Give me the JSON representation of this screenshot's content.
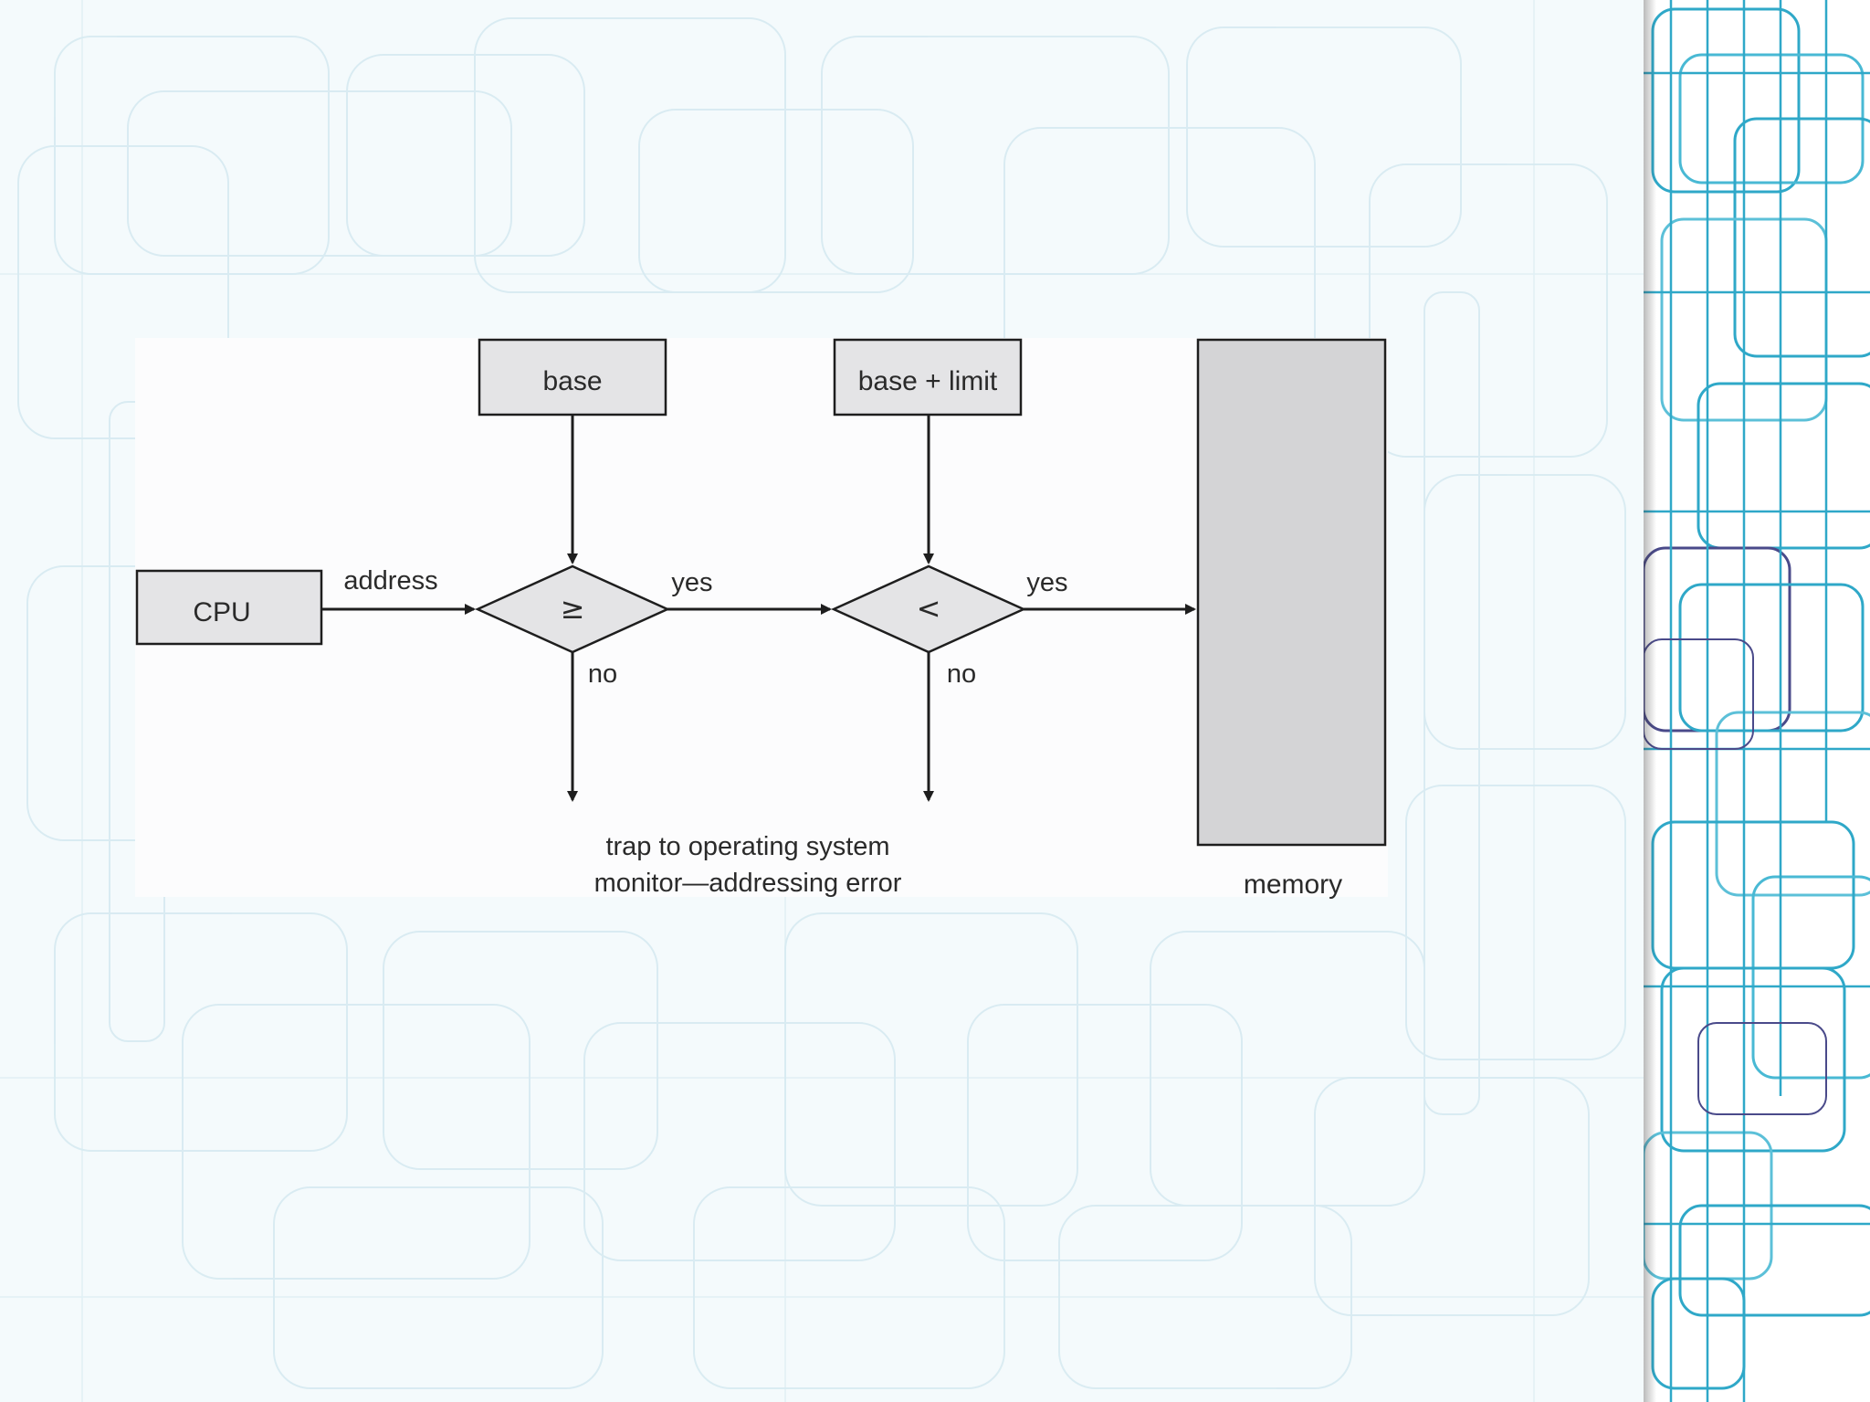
{
  "diagram": {
    "boxes": {
      "cpu": "CPU",
      "base": "base",
      "base_limit": "base + limit",
      "memory": "memory"
    },
    "decisions": {
      "first_op": "≥",
      "second_op": "<"
    },
    "edges": {
      "address": "address",
      "yes_1": "yes",
      "yes_2": "yes",
      "no_1": "no",
      "no_2": "no"
    },
    "trap_caption": {
      "line1": "trap to operating system",
      "line2": "monitor—addressing error"
    }
  },
  "colors": {
    "box_fill": "#e4e4e6",
    "memory_fill": "#d4d4d6",
    "stroke": "#1e1e1e",
    "accent_lines": "#4fb6d0"
  }
}
